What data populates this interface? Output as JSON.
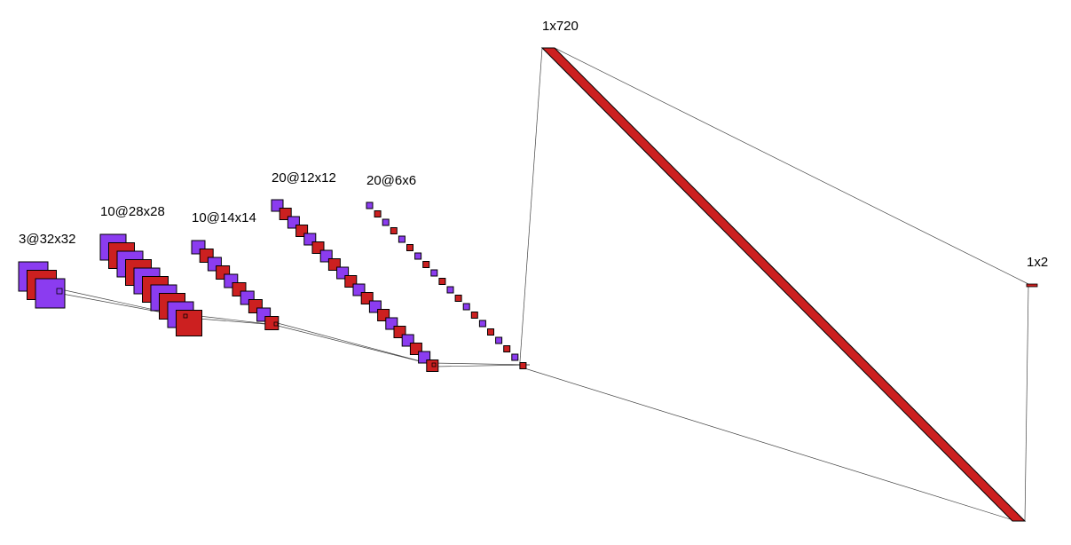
{
  "colors": {
    "purple": "#8b3cf0",
    "red": "#cc2020",
    "edge": "#000000",
    "link": "#444444"
  },
  "layers": [
    {
      "id": "input",
      "label": "3@32x32",
      "channels": 3
    },
    {
      "id": "conv1",
      "label": "10@28x28",
      "channels": 10
    },
    {
      "id": "pool1",
      "label": "10@14x14",
      "channels": 10
    },
    {
      "id": "conv2",
      "label": "20@12x12",
      "channels": 20
    },
    {
      "id": "pool2",
      "label": "20@6x6",
      "channels": 20
    },
    {
      "id": "fc1",
      "label": "1x720"
    },
    {
      "id": "fc2",
      "label": "1x2"
    }
  ]
}
